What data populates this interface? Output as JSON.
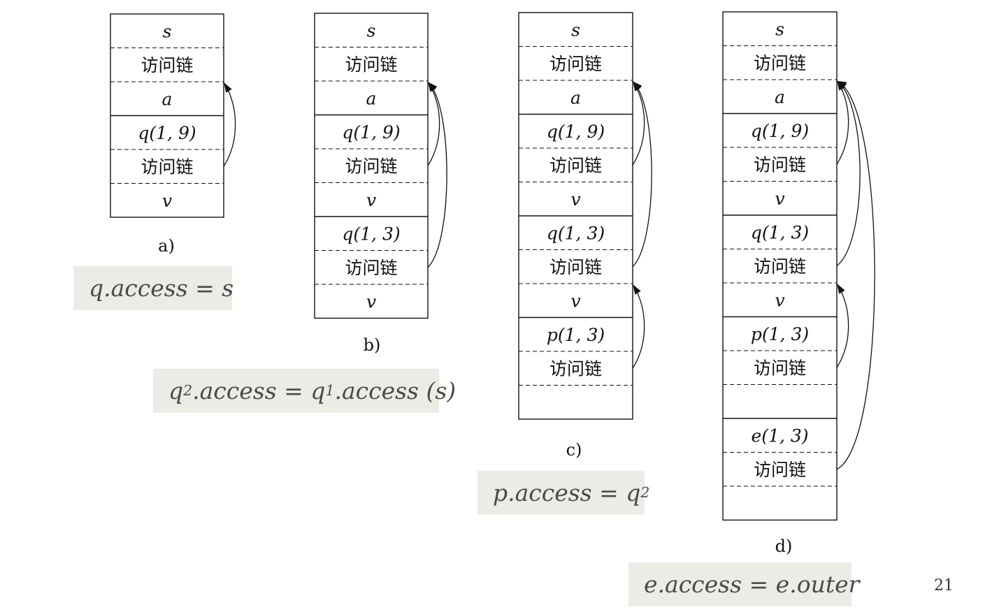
{
  "stacks": [
    {
      "caption": "a)",
      "cells": [
        {
          "text": "s",
          "math": true
        },
        {
          "text": "访问链",
          "math": false
        },
        {
          "text": "a",
          "math": true
        },
        {
          "text": "q(1, 9)",
          "math": true
        },
        {
          "text": "访问链",
          "math": false
        },
        {
          "text": "v",
          "math": true
        }
      ],
      "frame_ends": [
        3,
        6
      ],
      "access_links": [
        {
          "from": 4,
          "to": 2
        }
      ]
    },
    {
      "caption": "b)",
      "cells": [
        {
          "text": "s",
          "math": true
        },
        {
          "text": "访问链",
          "math": false
        },
        {
          "text": "a",
          "math": true
        },
        {
          "text": "q(1, 9)",
          "math": true
        },
        {
          "text": "访问链",
          "math": false
        },
        {
          "text": "v",
          "math": true
        },
        {
          "text": "q(1, 3)",
          "math": true
        },
        {
          "text": "访问链",
          "math": false
        },
        {
          "text": "v",
          "math": true
        }
      ],
      "frame_ends": [
        3,
        6,
        9
      ],
      "access_links": [
        {
          "from": 4,
          "to": 2
        },
        {
          "from": 7,
          "to": 2
        }
      ]
    },
    {
      "caption": "c)",
      "cells": [
        {
          "text": "s",
          "math": true
        },
        {
          "text": "访问链",
          "math": false
        },
        {
          "text": "a",
          "math": true
        },
        {
          "text": "q(1, 9)",
          "math": true
        },
        {
          "text": "访问链",
          "math": false
        },
        {
          "text": "v",
          "math": true
        },
        {
          "text": "q(1, 3)",
          "math": true
        },
        {
          "text": "访问链",
          "math": false
        },
        {
          "text": "v",
          "math": true
        },
        {
          "text": "p(1, 3)",
          "math": true
        },
        {
          "text": "访问链",
          "math": false
        },
        {
          "text": "",
          "math": false
        }
      ],
      "frame_ends": [
        3,
        6,
        9,
        12
      ],
      "access_links": [
        {
          "from": 4,
          "to": 2
        },
        {
          "from": 7,
          "to": 2
        },
        {
          "from": 10,
          "to": 8
        }
      ]
    },
    {
      "caption": "d)",
      "cells": [
        {
          "text": "s",
          "math": true
        },
        {
          "text": "访问链",
          "math": false
        },
        {
          "text": "a",
          "math": true
        },
        {
          "text": "q(1, 9)",
          "math": true
        },
        {
          "text": "访问链",
          "math": false
        },
        {
          "text": "v",
          "math": true
        },
        {
          "text": "q(1, 3)",
          "math": true
        },
        {
          "text": "访问链",
          "math": false
        },
        {
          "text": "v",
          "math": true
        },
        {
          "text": "p(1, 3)",
          "math": true
        },
        {
          "text": "访问链",
          "math": false
        },
        {
          "text": "",
          "math": false
        },
        {
          "text": "e(1, 3)",
          "math": true
        },
        {
          "text": "访问链",
          "math": false
        },
        {
          "text": "",
          "math": false
        }
      ],
      "frame_ends": [
        3,
        6,
        9,
        12,
        15
      ],
      "access_links": [
        {
          "from": 4,
          "to": 2
        },
        {
          "from": 7,
          "to": 2
        },
        {
          "from": 10,
          "to": 8
        },
        {
          "from": 13,
          "to": 2
        }
      ]
    }
  ],
  "formulas": {
    "a": {
      "base": "q.access = s"
    },
    "b": {
      "q": "q",
      "sub2": "2",
      "mid": ".access = q",
      "sub1": "1",
      "tail": ".access (s)"
    },
    "c": {
      "base": "p.access = q",
      "sub": "2"
    },
    "d": {
      "base": "e.access = e.outer"
    }
  },
  "page_number": "21"
}
